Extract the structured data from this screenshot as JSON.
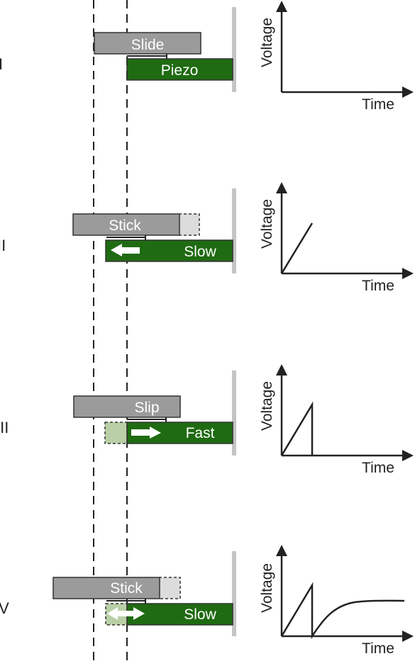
{
  "panels": [
    {
      "roman": "I",
      "slide_label": "Slide",
      "piezo_label": "Piezo",
      "plot": {
        "ylabel": "Voltage",
        "xlabel": "Time"
      }
    },
    {
      "roman": "II",
      "slide_label": "Stick",
      "piezo_label": "Slow",
      "arrow": "left",
      "plot": {
        "ylabel": "Voltage",
        "xlabel": "Time"
      }
    },
    {
      "roman": "III",
      "slide_label": "Slip",
      "piezo_label": "Fast",
      "arrow": "right",
      "plot": {
        "ylabel": "Voltage",
        "xlabel": "Time"
      }
    },
    {
      "roman": "IV",
      "slide_label": "Stick",
      "piezo_label": "Slow",
      "arrow": "both",
      "plot": {
        "ylabel": "Voltage",
        "xlabel": "Time"
      }
    }
  ],
  "colors": {
    "slide_fill": "#9b9b9b",
    "piezo_fill": "#1f6b12",
    "ghost_slide": "#dcdcdc",
    "ghost_piezo": "#b9cfa6",
    "wall": "#c4c4c4",
    "ink": "#222222"
  }
}
